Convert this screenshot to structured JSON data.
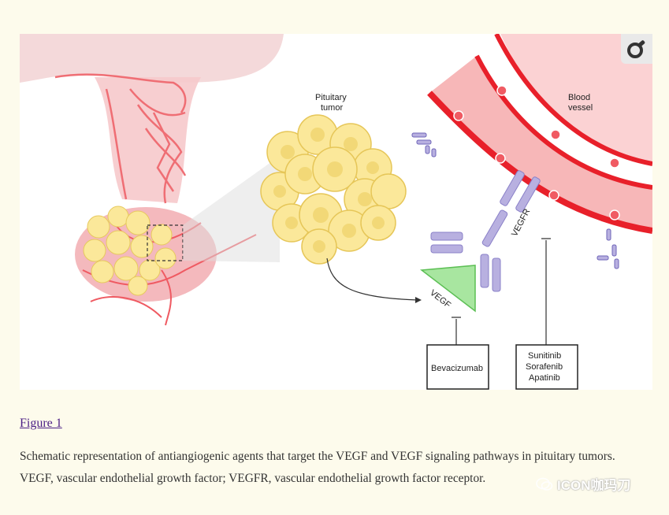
{
  "figure": {
    "labels": {
      "pituitary_tumor_line1": "Pituitary",
      "pituitary_tumor_line2": "tumor",
      "blood_vessel_line1": "Blood",
      "blood_vessel_line2": "vessel",
      "vegf": "VEGF",
      "vegfr": "VEGFR",
      "bevacizumab": "Bevacizumab",
      "tki_line1": "Sunitinib",
      "tki_line2": "Sorafenib",
      "tki_line3": "Apatinib"
    },
    "zoom_icon": "magnify-icon"
  },
  "link_text": "Figure 1",
  "caption": "Schematic representation of antiangiogenic agents that target the VEGF and VEGF signaling pathways in pituitary tumors. VEGF, vascular endothelial growth factor; VEGFR, vascular endothelial growth factor receptor.",
  "watermark": "ICON咖玛刀",
  "colors": {
    "page_bg": "#fdfbec",
    "vessel_red": "#e8202a",
    "vessel_fill": "#f7b7b8",
    "tumor_yellow": "#fbe89a",
    "receptor_purple": "#b8b0e0",
    "vegf_green": "#a8e6a0",
    "link": "#4b1e85"
  }
}
